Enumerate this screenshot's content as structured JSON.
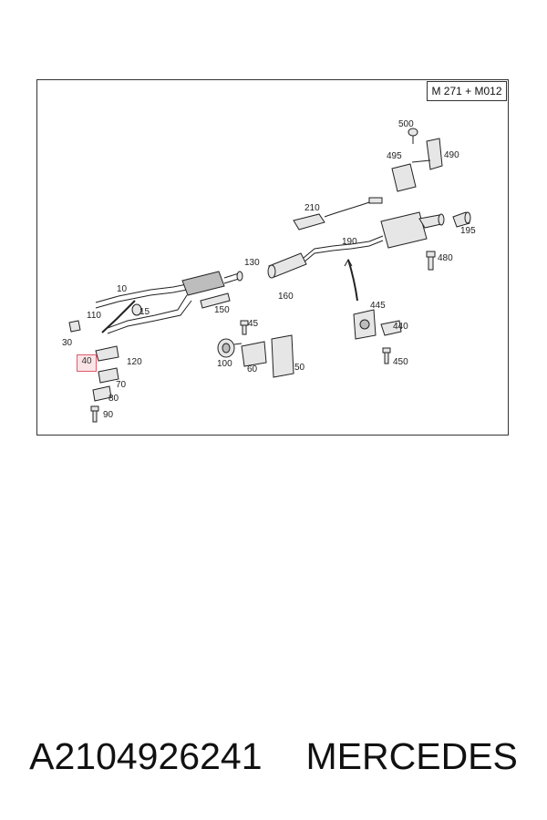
{
  "diagram": {
    "model_label": "M 271 + M012",
    "highlighted_part": "40",
    "callouts": {
      "c500": "500",
      "c495": "495",
      "c490": "490",
      "c210": "210",
      "c195": "195",
      "c190": "190",
      "c480": "480",
      "c130": "130",
      "c160": "160",
      "c10": "10",
      "c150": "150",
      "c15": "15",
      "c110": "110",
      "c445": "445",
      "c440": "440",
      "c30": "30",
      "c45": "45",
      "c120": "120",
      "c100": "100",
      "c60": "60",
      "c50": "50",
      "c450": "450",
      "c70": "70",
      "c80": "80",
      "c90": "90"
    }
  },
  "footer": {
    "part_number": "A2104926241",
    "brand": "MERCEDES"
  }
}
